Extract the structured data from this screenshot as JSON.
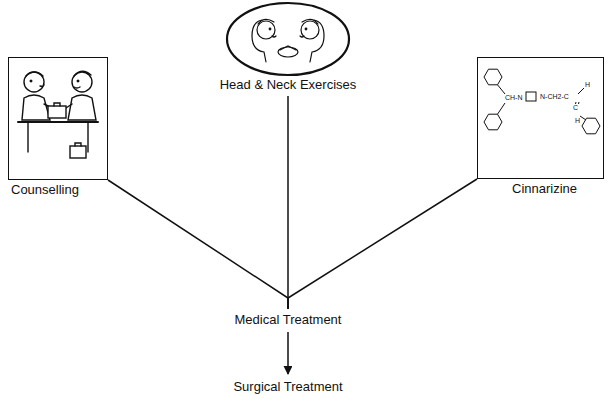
{
  "diagram": {
    "nodes": [
      {
        "text": [
          "Counselling"
        ]
      },
      {
        "text": [
          "Head & Neck Exercises"
        ]
      },
      {
        "text": [
          "Cinnarizine"
        ]
      },
      {
        "text": [
          "Medical Treatment"
        ]
      },
      {
        "text": [
          "Surgical Treatment"
        ]
      }
    ],
    "edges": [
      {
        "from": 0,
        "to": 3,
        "arrow": "none"
      },
      {
        "from": 1,
        "to": 3,
        "arrow": "none"
      },
      {
        "from": 2,
        "to": 3,
        "arrow": "none"
      },
      {
        "from": 3,
        "to": 4,
        "arrow": "to"
      }
    ],
    "labels": [
      "CH-N",
      "N-CH2-C",
      "H",
      "H",
      "C"
    ]
  }
}
